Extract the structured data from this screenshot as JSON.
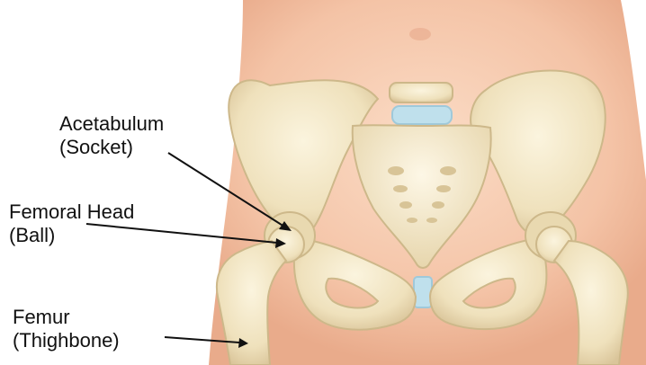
{
  "labels": {
    "acetabulum": {
      "name": "Acetabulum",
      "alt": "(Socket)"
    },
    "femoral_head": {
      "name": "Femoral Head",
      "alt": "(Ball)"
    },
    "femur": {
      "name": "Femur",
      "alt": "(Thighbone)"
    }
  },
  "colors": {
    "background": "#ffffff",
    "skin": "#f6c9ae",
    "skin_shadow": "#eab093",
    "bone": "#f1e5c4",
    "bone_shadow": "#dccaa1",
    "bone_outline": "#cdb88a",
    "disc": "#bfe0ec",
    "text": "#111111"
  }
}
